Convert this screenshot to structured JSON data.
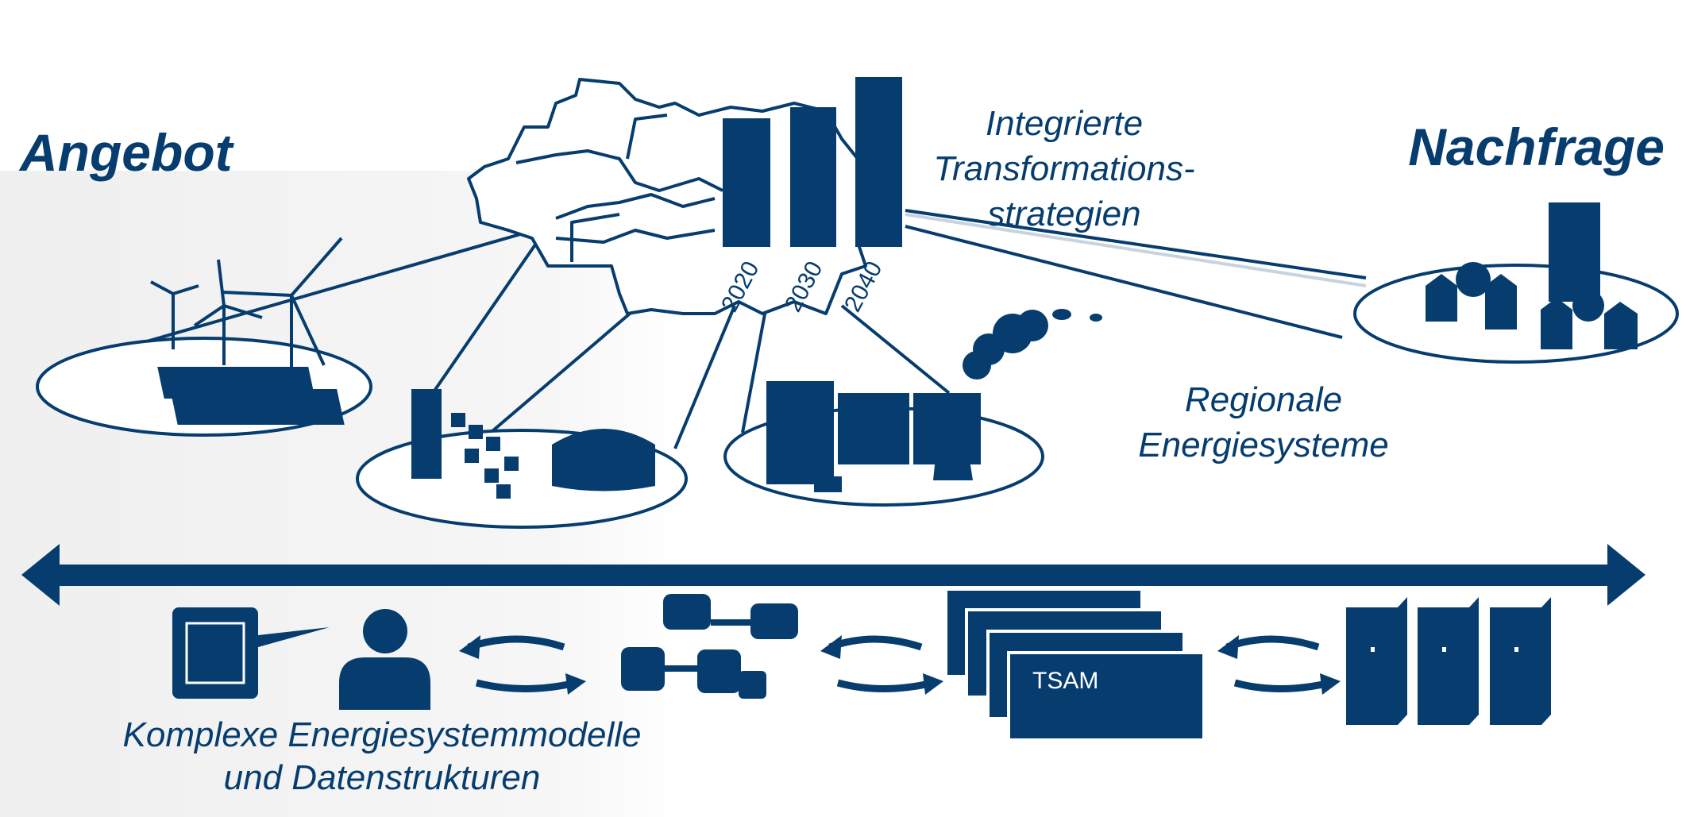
{
  "headings": {
    "supply": "Angebot",
    "demand": "Nachfrage"
  },
  "captions": {
    "strategies": [
      "Integrierte",
      "Transformations-",
      "strategien"
    ],
    "regional": [
      "Regionale",
      "Energiesysteme"
    ],
    "models": [
      "Komplexe Energiesystemmodelle",
      "und Datenstrukturen"
    ]
  },
  "timeline": {
    "years": [
      "2020",
      "2030",
      "2040"
    ]
  },
  "model_stack": {
    "label": "TSAM"
  },
  "colors": {
    "primary": "#063d6e",
    "panel": "#f3f3f3"
  },
  "icons": [
    "germany-map-outline",
    "wind-turbine",
    "solar-panel",
    "biogas-plant",
    "industrial-plant",
    "houses",
    "office-building",
    "strategy-board-icon",
    "person-icon",
    "database-icon",
    "cycle-arrows-icon",
    "server-rack-icon"
  ]
}
